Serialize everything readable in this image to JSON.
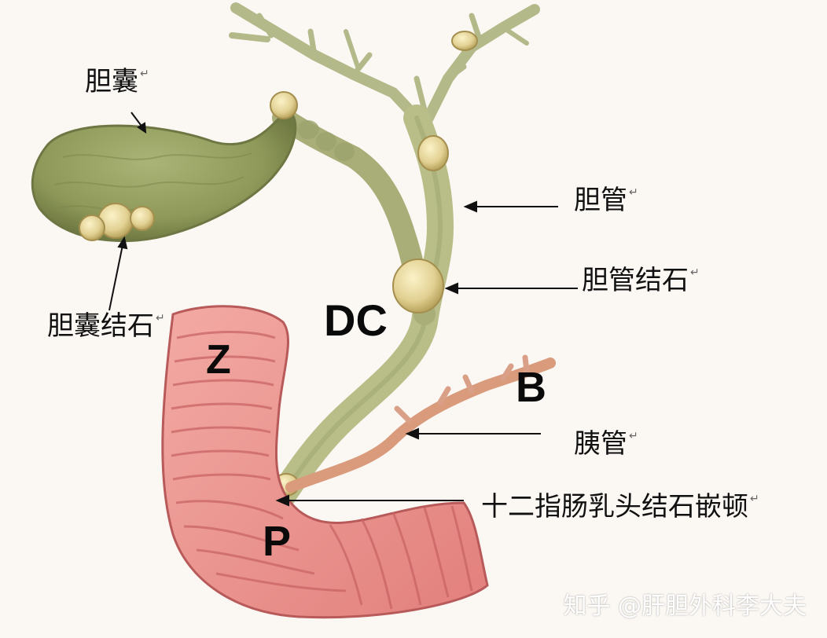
{
  "labels": {
    "gallbladder": "胆囊",
    "gallbladder_stones": "胆囊结石",
    "bile_duct": "胆管",
    "bile_duct_stone": "胆管结石",
    "pancreatic_duct": "胰管",
    "papilla_stone": "十二指肠乳头结石嵌顿",
    "return_mark": "↵"
  },
  "letters": {
    "dc": "DC",
    "z": "Z",
    "b": "B",
    "p": "P"
  },
  "watermark": "知乎 @肝胆外科李大夫",
  "colors": {
    "background": "#fbf7f3",
    "gallbladder": "#a3ad6e",
    "duct": "#b7bb86",
    "stone": "#e6d9a0",
    "duodenum": "#e88f8a",
    "pancreatic_duct": "#e2a88a"
  }
}
